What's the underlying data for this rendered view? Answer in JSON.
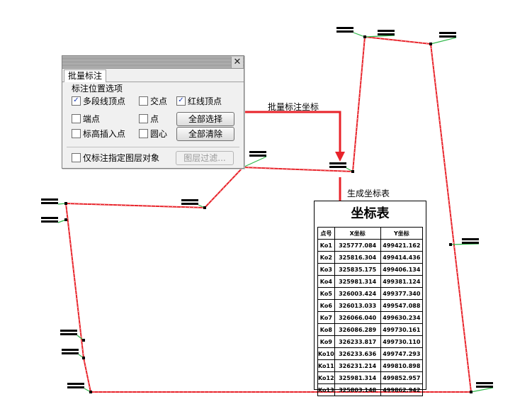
{
  "dialog": {
    "tab": "批量标注",
    "group_title": "标注位置选项",
    "close_glyph": "✕",
    "check_glyph": "✓",
    "options": [
      {
        "label": "多段线顶点",
        "checked": true
      },
      {
        "label": "交点",
        "checked": false
      },
      {
        "label": "红线顶点",
        "checked": true
      },
      {
        "label": "端点",
        "checked": false
      },
      {
        "label": "点",
        "checked": false
      },
      {
        "label": "标高插入点",
        "checked": false
      },
      {
        "label": "圆心",
        "checked": false
      }
    ],
    "buttons": {
      "select_all": "全部选择",
      "clear_all": "全部清除",
      "layer_filter": "图层过滤..."
    },
    "layer_only_label": "仅标注指定图层对象"
  },
  "annotations": {
    "batch_label": "批量标注坐标",
    "gen_table_label": "生成坐标表"
  },
  "coord_table": {
    "title": "坐标表",
    "headers": [
      "点号",
      "X坐标",
      "Y坐标"
    ],
    "rows": [
      [
        "Ko1",
        "325777.084",
        "499421.162"
      ],
      [
        "Ko2",
        "325816.304",
        "499414.436"
      ],
      [
        "Ko3",
        "325835.175",
        "499406.134"
      ],
      [
        "Ko4",
        "325981.314",
        "499381.124"
      ],
      [
        "Ko5",
        "326003.424",
        "499377.340"
      ],
      [
        "Ko6",
        "326013.033",
        "499547.088"
      ],
      [
        "Ko7",
        "326066.040",
        "499630.234"
      ],
      [
        "Ko8",
        "326086.289",
        "499730.161"
      ],
      [
        "Ko9",
        "326233.817",
        "499730.110"
      ],
      [
        "Ko10",
        "326233.636",
        "499747.293"
      ],
      [
        "Ko11",
        "326231.214",
        "499810.898"
      ],
      [
        "Ko12",
        "325981.314",
        "499852.957"
      ],
      [
        "Ko13",
        "325803.148",
        "499862.942"
      ]
    ]
  },
  "colors": {
    "boundary": "#e8232a",
    "arrow": "#e8232a",
    "leader": "#2fb84a"
  }
}
